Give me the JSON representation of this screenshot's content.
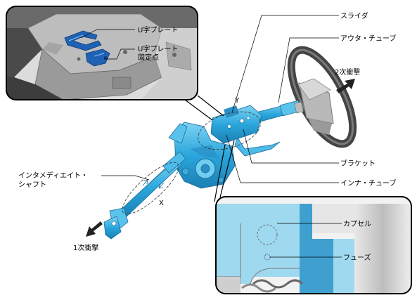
{
  "labels": {
    "u_plate": "U字プレート",
    "u_plate_fix_line1": "U字プレート",
    "u_plate_fix_line2": "固定点",
    "slider": "スライダ",
    "outer_tube": "アウタ・チューブ",
    "impact2": "2次衝撃",
    "bracket": "ブラケット",
    "inner_tube": "インナ・チューブ",
    "intermediate_line1": "インタメディエイト・",
    "intermediate_line2": "シャフト",
    "x": "X",
    "y": "Y",
    "impact1": "1次衝撃",
    "capsule": "カプセル",
    "fuse": "フューズ"
  },
  "colors": {
    "part_blue": "#35b3e6",
    "part_dark_blue": "#1f62b4",
    "capsule_blue": "#9fd9ef",
    "wheel": "#555555"
  }
}
